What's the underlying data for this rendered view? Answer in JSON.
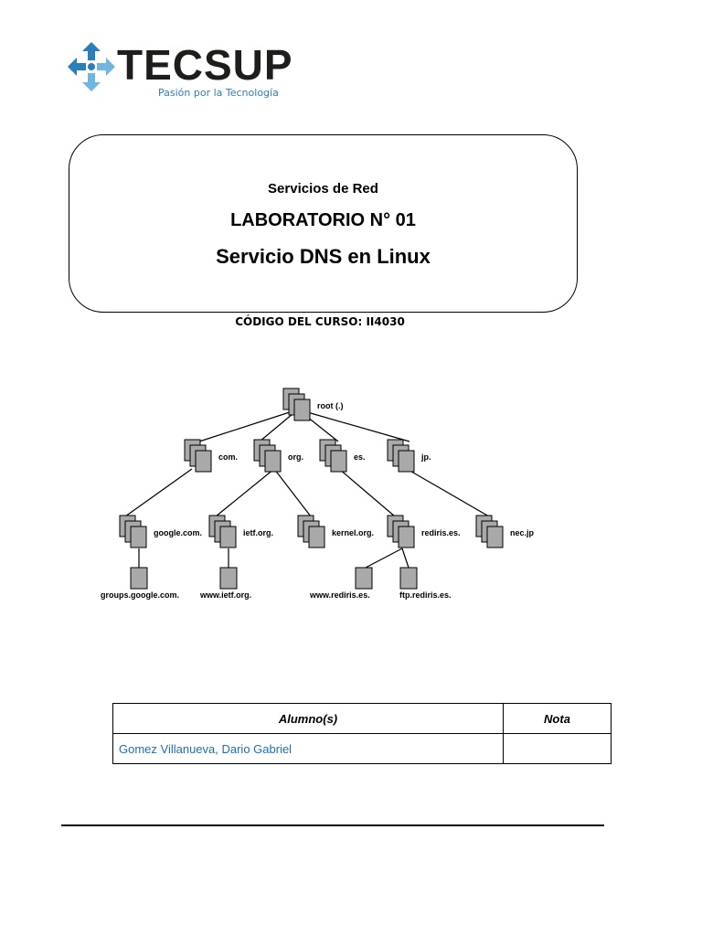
{
  "logo": {
    "name": "TECSUP",
    "tagline": "Pasión por la Tecnología",
    "icon": "tecsup-arrows-logo-icon",
    "colors": {
      "dark": "#1d1d1b",
      "blue": "#2a7fb8",
      "light_blue": "#6fb7e0"
    }
  },
  "title_box": {
    "subject": "Servicios de Red",
    "lab": "LABORATORIO N° 01",
    "title": "Servicio DNS en Linux"
  },
  "course_code": "CÓDIGO DEL CURSO: II4030",
  "dns_tree": {
    "root": "root (.)",
    "tld": [
      "com.",
      "org.",
      "es.",
      "jp."
    ],
    "second_level": [
      "google.com.",
      "ietf.org.",
      "kernel.org.",
      "rediris.es.",
      "nec.jp"
    ],
    "hosts": [
      "groups.google.com.",
      "www.ietf.org.",
      "www.rediris.es.",
      "ftp.rediris.es."
    ]
  },
  "students_table": {
    "headers": {
      "student": "Alumno(s)",
      "grade": "Nota"
    },
    "rows": [
      {
        "student": "Gomez Villanueva, Dario Gabriel",
        "grade": ""
      }
    ]
  }
}
